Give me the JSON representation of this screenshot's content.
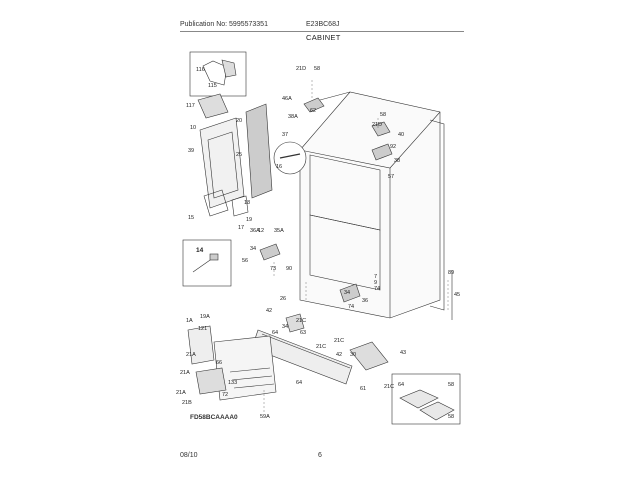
{
  "header": {
    "publication": "Publication No: 5995573351",
    "model": "E23BC68J",
    "section": "CABINET"
  },
  "footer": {
    "date": "08/10",
    "page": "6"
  },
  "diagram": {
    "code": "FD58BCAAAA0",
    "callouts": [
      "116",
      "115",
      "117",
      "10",
      "20",
      "39",
      "25",
      "16",
      "15",
      "17",
      "18",
      "19",
      "21D",
      "58",
      "46A",
      "38A",
      "62",
      "37",
      "58",
      "21D",
      "40",
      "92",
      "38",
      "57",
      "12",
      "35A",
      "36A",
      "34",
      "56",
      "73",
      "90",
      "14",
      "89",
      "45",
      "42",
      "26",
      "21C",
      "34",
      "64",
      "63",
      "21C",
      "74",
      "36",
      "74",
      "9",
      "7",
      "34",
      "21C",
      "42",
      "30",
      "43",
      "61",
      "21C",
      "1A",
      "121",
      "19A",
      "21A",
      "21A",
      "21A",
      "21B",
      "66",
      "133",
      "72",
      "64",
      "59A",
      "64",
      "58"
    ]
  }
}
